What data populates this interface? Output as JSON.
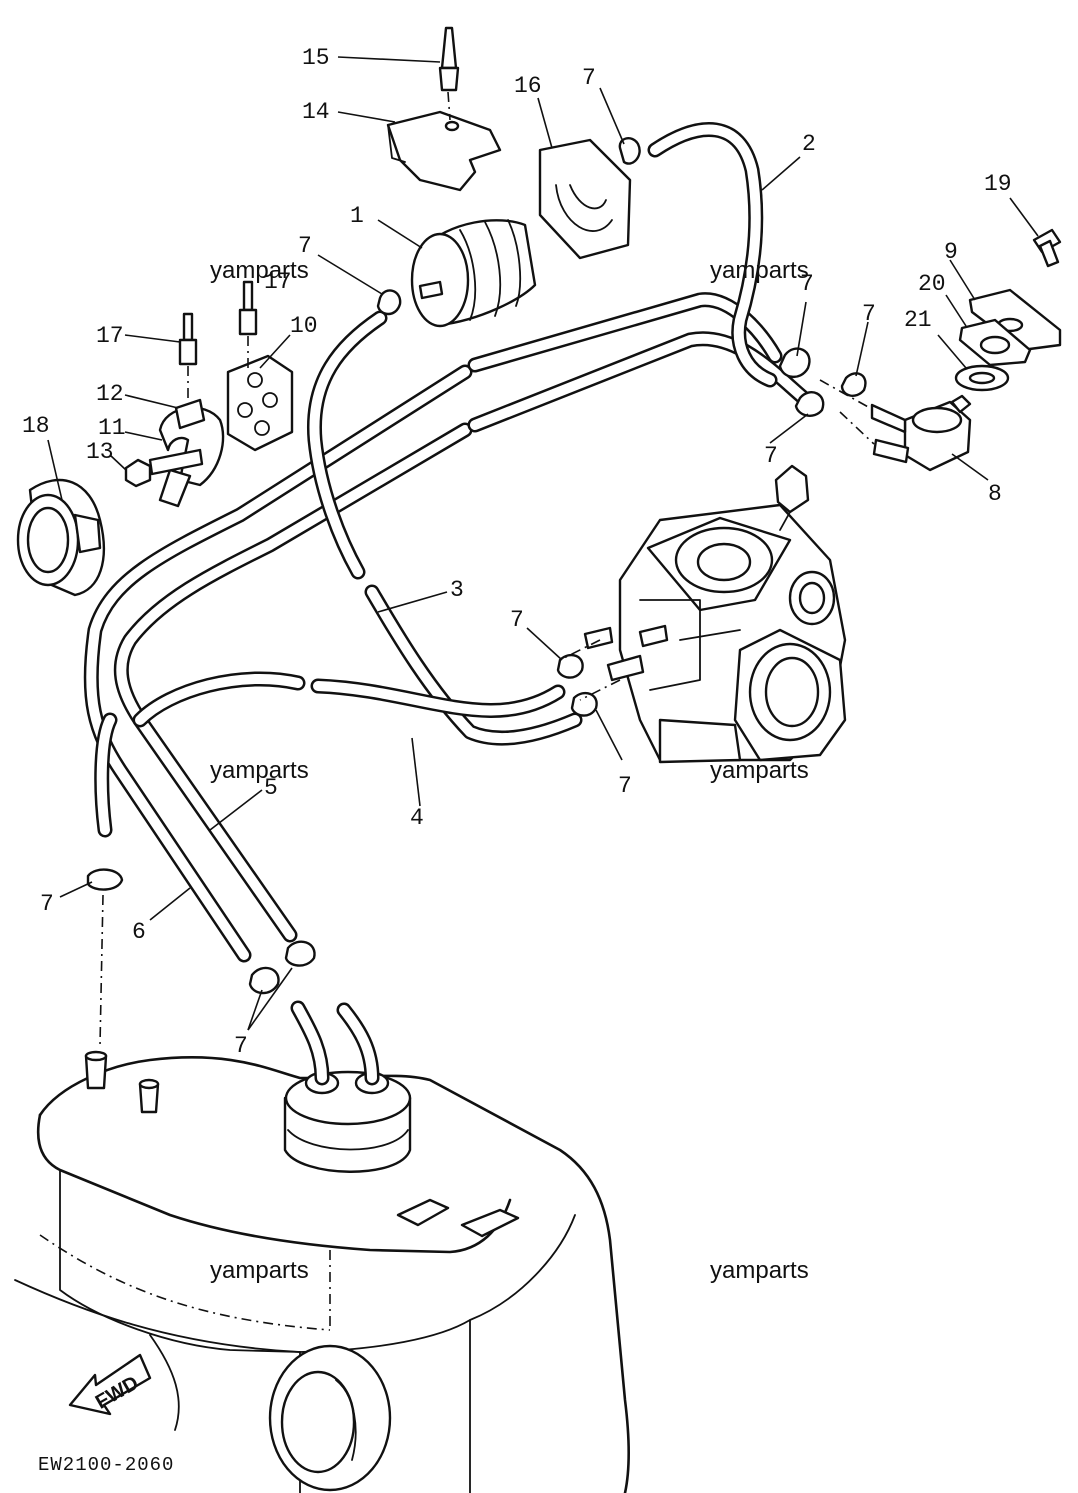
{
  "watermark": "yamparts",
  "diagram_code": "EW2100-2060",
  "fwd_label": "FWD",
  "callouts": {
    "c1": "1",
    "c2": "2",
    "c3": "3",
    "c4": "4",
    "c5": "5",
    "c6": "6",
    "c7": "7",
    "c8": "8",
    "c9": "9",
    "c10": "10",
    "c11": "11",
    "c12": "12",
    "c13": "13",
    "c14": "14",
    "c15": "15",
    "c16": "16",
    "c17": "17",
    "c18": "18",
    "c19": "19",
    "c20": "20",
    "c21": "21"
  }
}
